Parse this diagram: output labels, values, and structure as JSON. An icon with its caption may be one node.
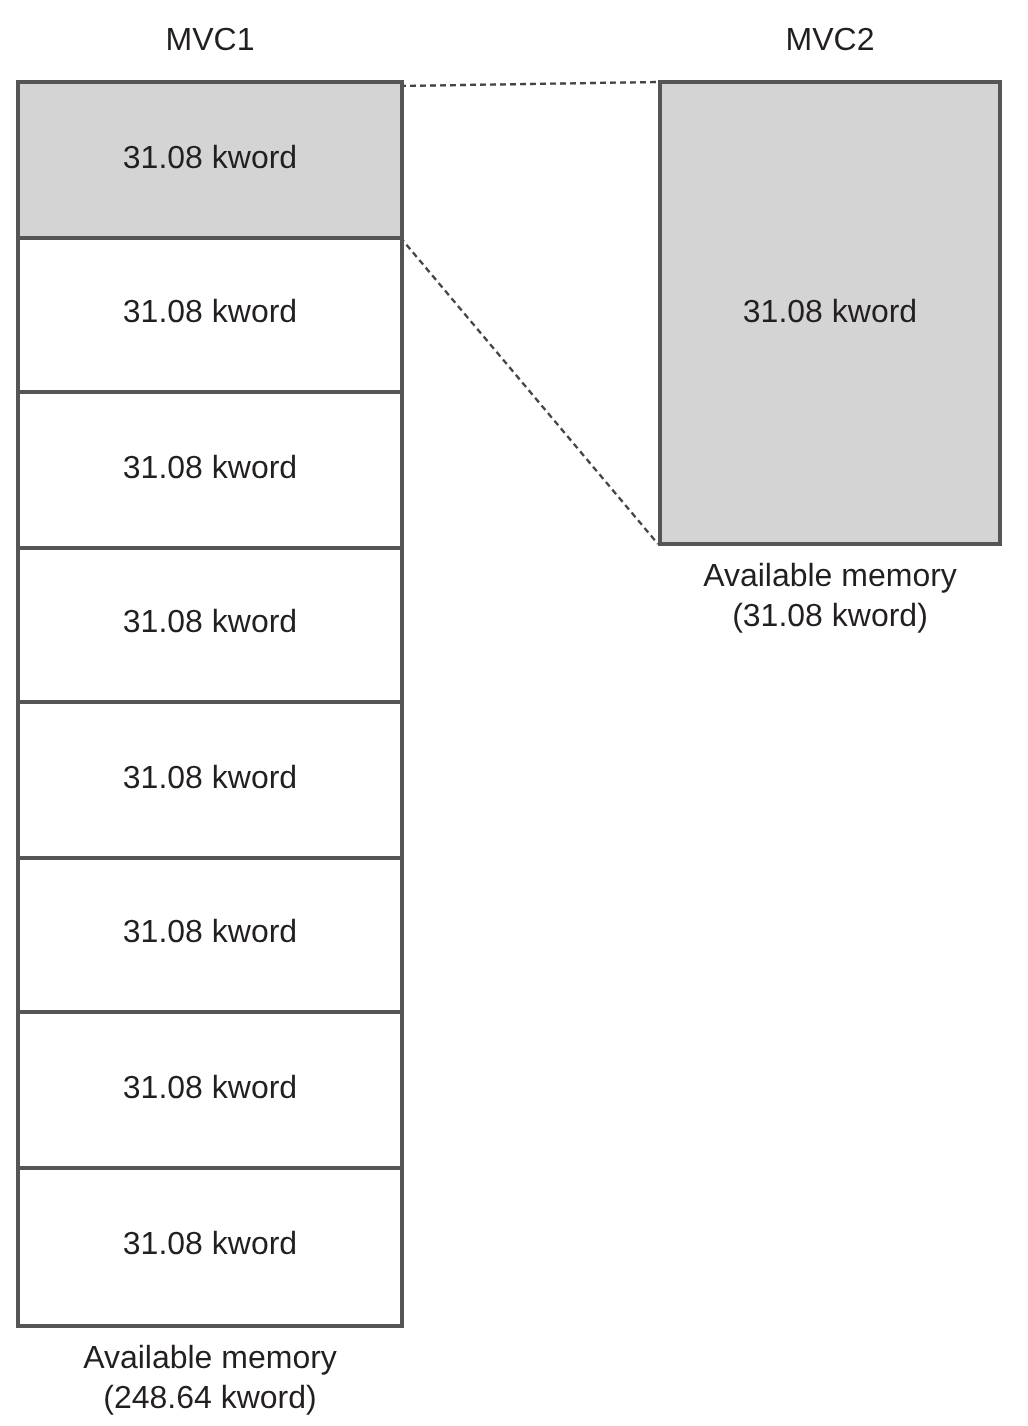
{
  "diagram": {
    "nodes": [
      {
        "text": [
          "MVC1"
        ],
        "beside": [
          "Available memory (248.64 kword)"
        ]
      },
      {
        "text": [
          "31.08 kword"
        ],
        "in": 0
      },
      {
        "text": [
          "31.08 kword"
        ],
        "in": 0
      },
      {
        "text": [
          "31.08 kword"
        ],
        "in": 0
      },
      {
        "text": [
          "31.08 kword"
        ],
        "in": 0
      },
      {
        "text": [
          "31.08 kword"
        ],
        "in": 0
      },
      {
        "text": [
          "31.08 kword"
        ],
        "in": 0
      },
      {
        "text": [
          "31.08 kword"
        ],
        "in": 0
      },
      {
        "text": [
          "31.08 kword"
        ],
        "in": 0
      },
      {
        "text": [
          "MVC2",
          "31.08 kword"
        ],
        "beside": [
          "Available memory (31.08 kword)"
        ]
      }
    ],
    "edges": [
      {
        "from": 1,
        "to": 9,
        "arrow": "none",
        "style": "dashed"
      },
      {
        "from": 1,
        "to": 9,
        "arrow": "none",
        "style": "dashed"
      }
    ]
  }
}
